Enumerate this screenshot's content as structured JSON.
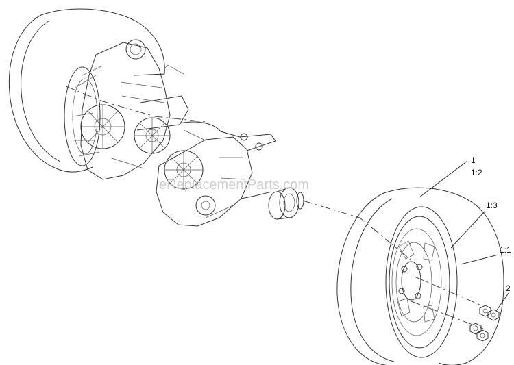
{
  "watermark": "eReplacementParts.com",
  "callouts": {
    "c1": "1",
    "c1_2": "1:2",
    "c1_3": "1:3",
    "c1_1": "1:1",
    "c2": "2"
  }
}
